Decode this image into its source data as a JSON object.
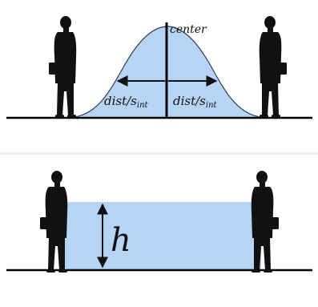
{
  "top_panel": {
    "center_label": "center",
    "left_dist_label": "dist/s",
    "left_dist_subscript": "int",
    "right_dist_label": "dist/s",
    "right_dist_subscript": "int"
  },
  "bottom_panel": {
    "height_label": "h"
  },
  "colors": {
    "fill": "#b5d4f6",
    "outline": "#2a3c52",
    "ink": "#111111"
  }
}
